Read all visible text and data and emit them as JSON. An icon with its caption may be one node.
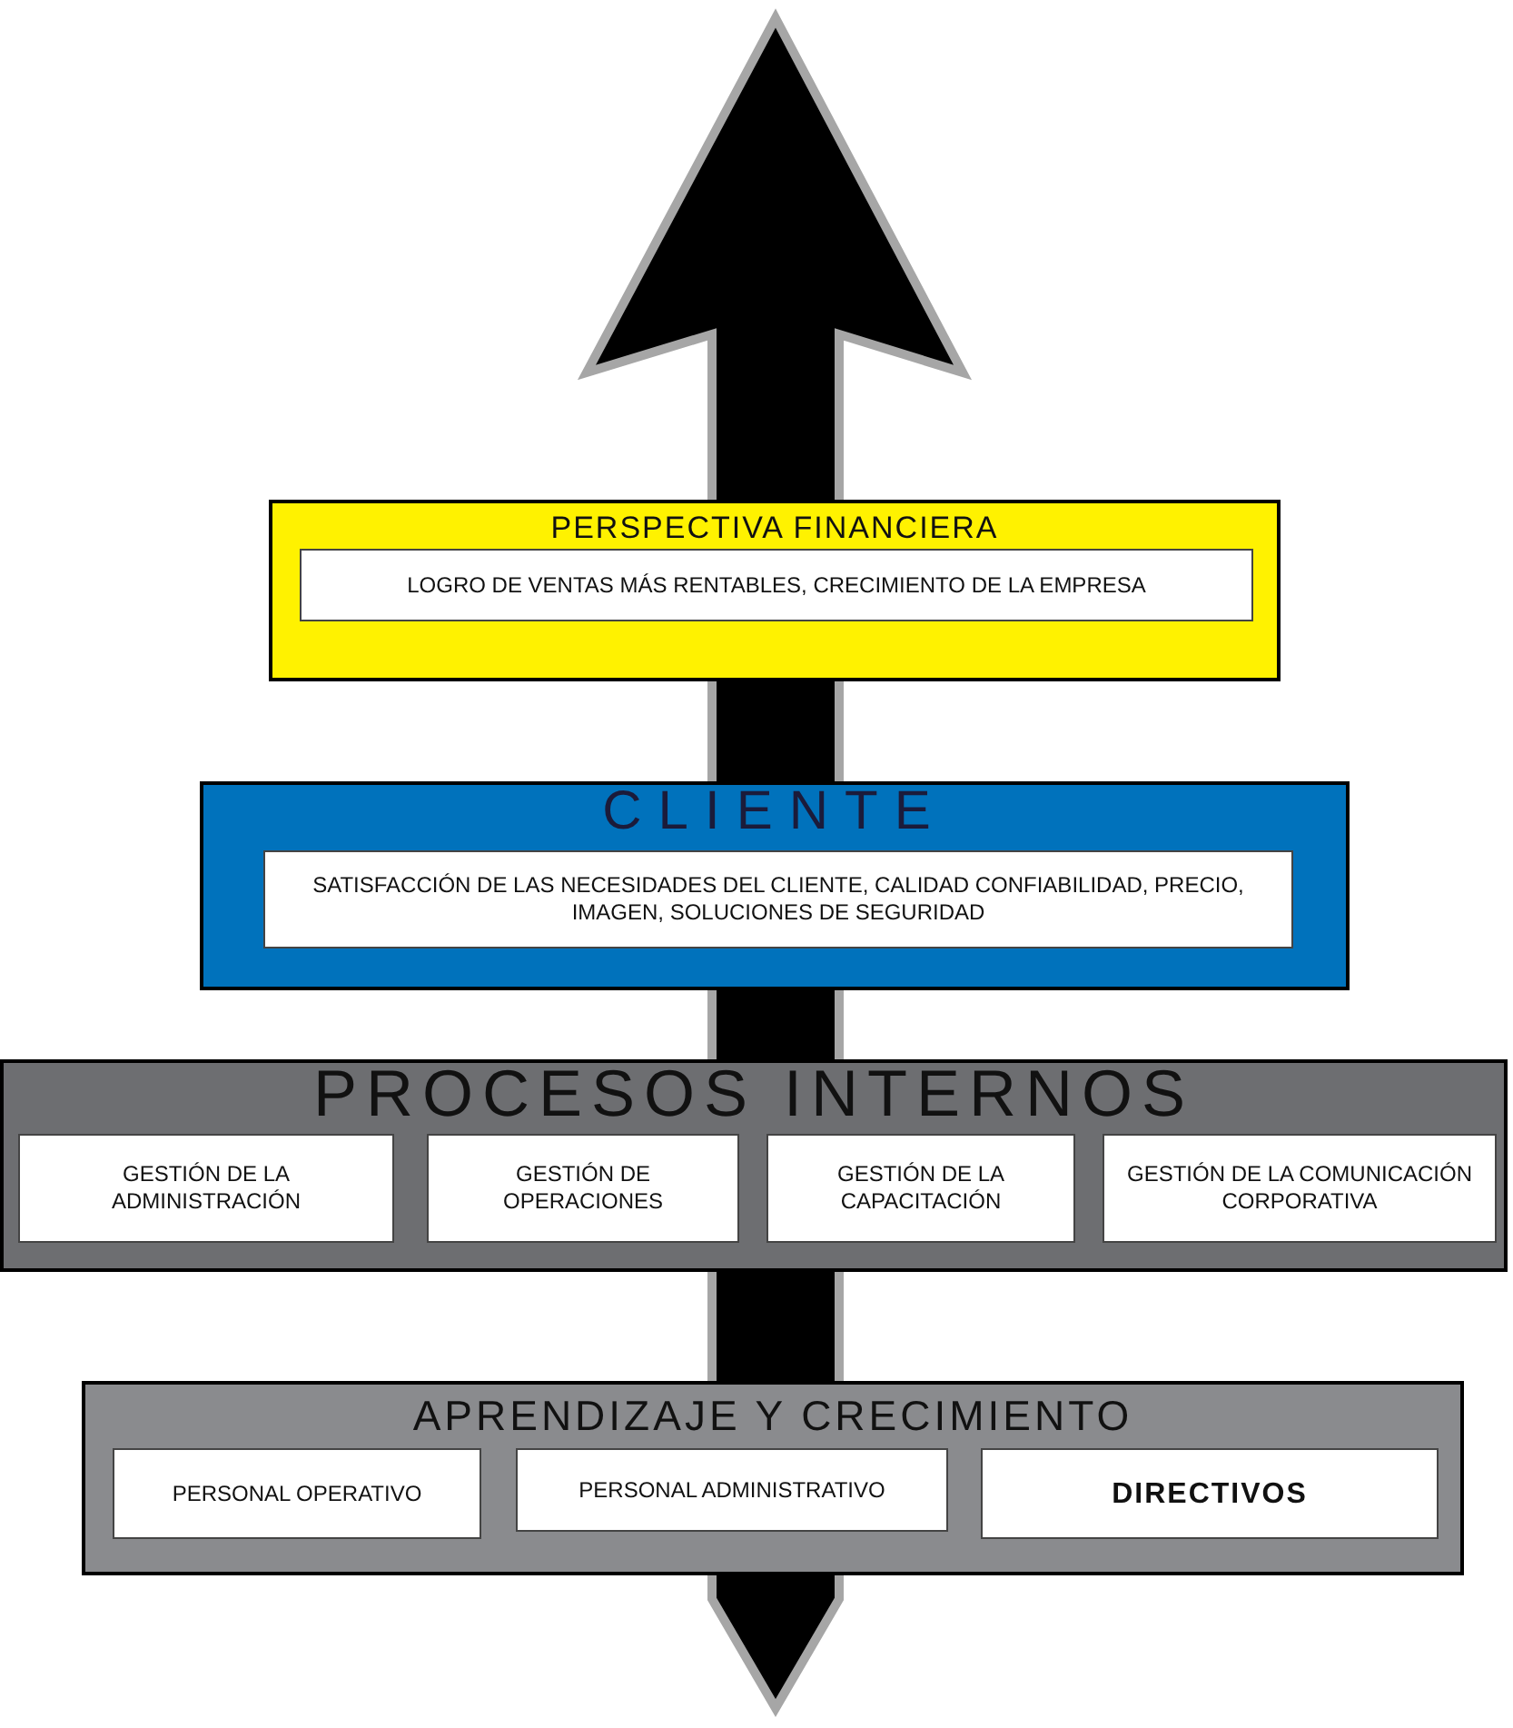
{
  "diagram": {
    "nodes": [
      {
        "text": [
          "PERSPECTIVA FINANCIERA"
        ]
      },
      {
        "text": [
          "LOGRO DE VENTAS MÁS RENTABLES, CRECIMIENTO DE LA EMPRESA"
        ],
        "in": 0
      },
      {
        "text": [
          "CLIENTE"
        ]
      },
      {
        "text": [
          "SATISFACCIÓN DE LAS NECESIDADES DEL CLIENTE, CALIDAD CONFIABILIDAD, PRECIO, IMAGEN, SOLUCIONES DE SEGURIDAD"
        ],
        "in": 2
      },
      {
        "text": [
          "PROCESOS INTERNOS"
        ]
      },
      {
        "text": [
          "GESTIÓN DE LA ADMINISTRACIÓN"
        ],
        "in": 4
      },
      {
        "text": [
          "GESTIÓN DE OPERACIONES"
        ],
        "in": 4
      },
      {
        "text": [
          "GESTIÓN DE LA CAPACITACIÓN"
        ],
        "in": 4
      },
      {
        "text": [
          "GESTIÓN DE LA COMUNICACIÓN CORPORATIVA"
        ],
        "in": 4
      },
      {
        "text": [
          "APRENDIZAJE Y CRECIMIENTO"
        ]
      },
      {
        "text": [
          "PERSONAL OPERATIVO"
        ],
        "in": 9
      },
      {
        "text": [
          "PERSONAL ADMINISTRATIVO"
        ],
        "in": 9
      },
      {
        "text": [
          "DIRECTIVOS"
        ],
        "in": 9
      }
    ]
  }
}
